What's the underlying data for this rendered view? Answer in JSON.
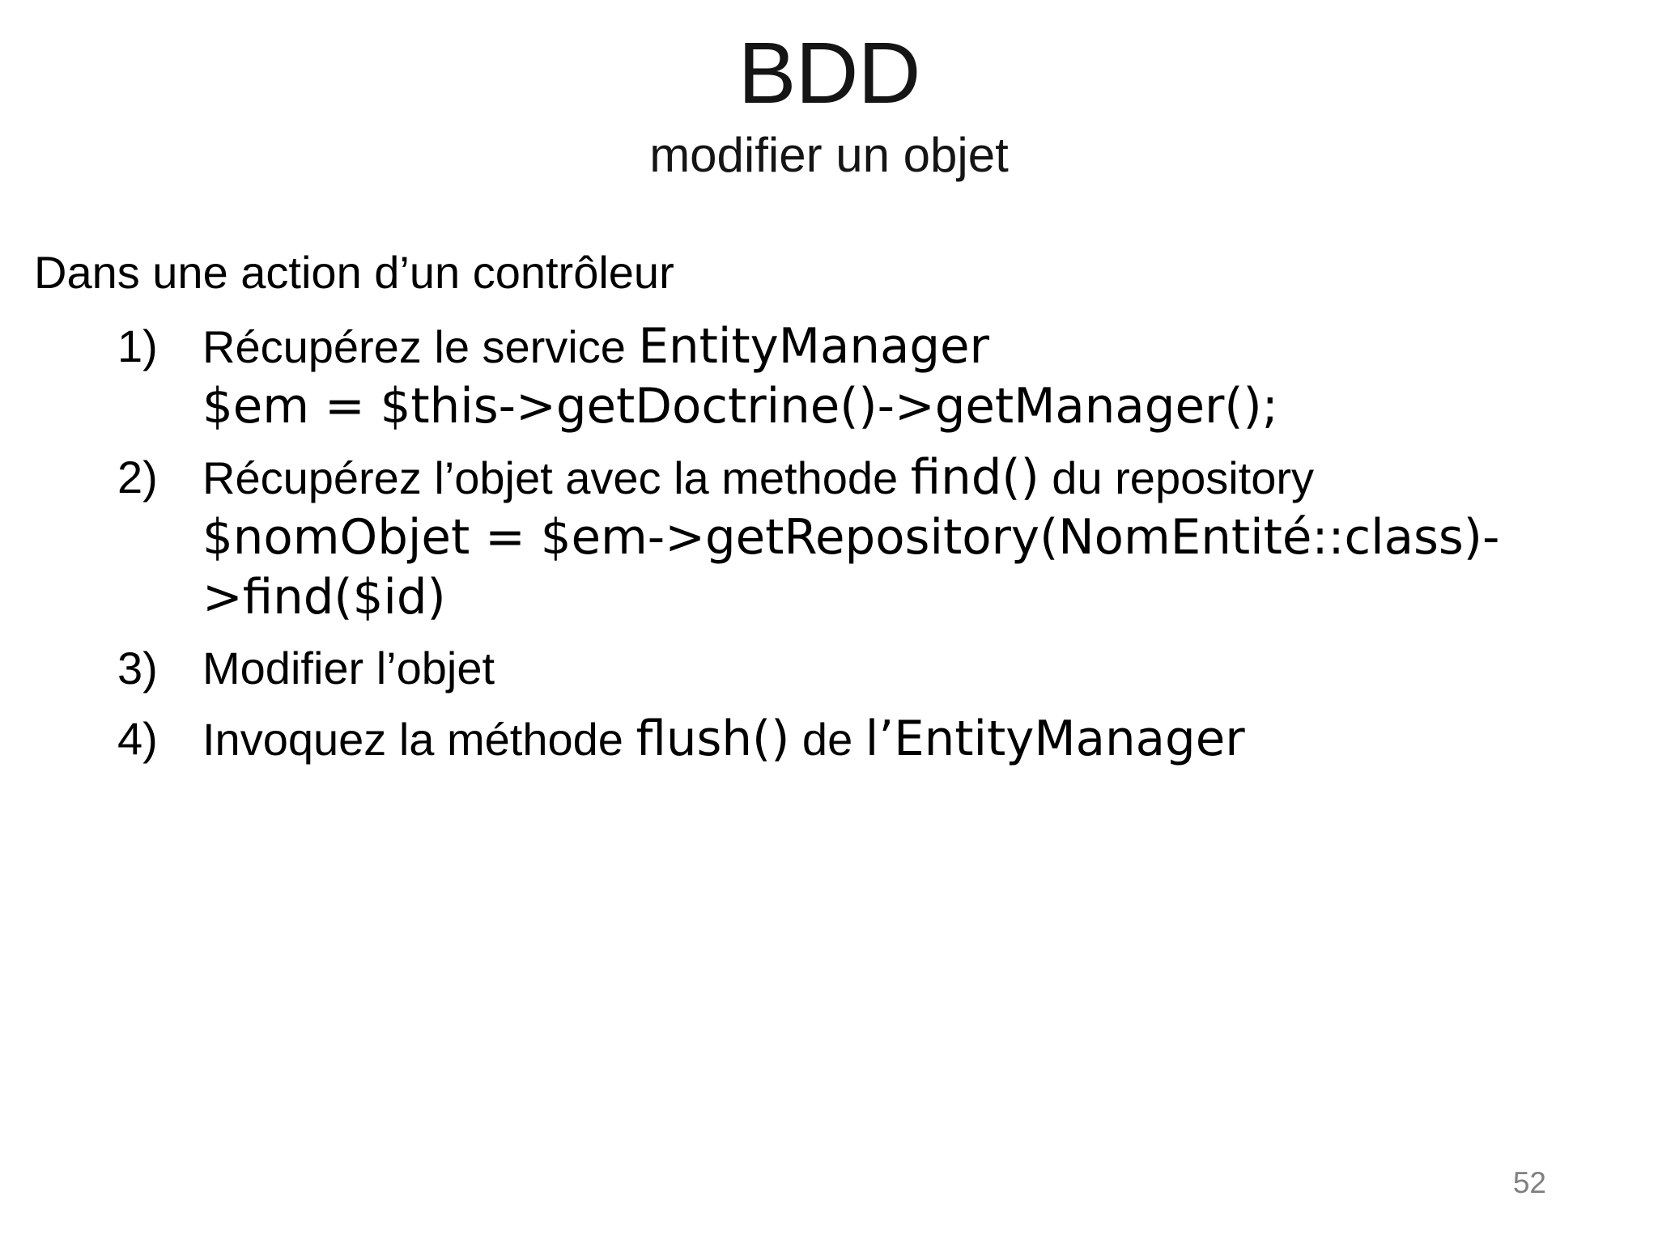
{
  "slide": {
    "title": "BDD",
    "subtitle": "modifier un objet"
  },
  "content": {
    "intro": "Dans une action d’un contrôleur",
    "steps": [
      {
        "number": "1)",
        "lines": [
          [
            {
              "text": "Récupérez le service ",
              "code": false
            },
            {
              "text": "EntityManager",
              "code": true
            }
          ],
          [
            {
              "text": "$em = $this->getDoctrine()->getManager();",
              "code": true
            }
          ]
        ]
      },
      {
        "number": "2)",
        "lines": [
          [
            {
              "text": "Récupérez l’objet avec la methode ",
              "code": false
            },
            {
              "text": "find()",
              "code": true
            },
            {
              "text": " du repository",
              "code": false
            }
          ],
          [
            {
              "text": "$nomObjet = $em->getRepository(NomEntité::class)-",
              "code": true
            }
          ],
          [
            {
              "text": ">find($id)",
              "code": true
            }
          ]
        ]
      },
      {
        "number": "3)",
        "lines": [
          [
            {
              "text": "Modifier l’objet",
              "code": false
            }
          ]
        ]
      },
      {
        "number": "4)",
        "lines": [
          [
            {
              "text": "Invoquez la méthode ",
              "code": false
            },
            {
              "text": "flush()",
              "code": true
            },
            {
              "text": " de ",
              "code": false
            },
            {
              "text": "l’EntityManager",
              "code": true
            }
          ]
        ]
      }
    ]
  },
  "footer": {
    "page_number": "52"
  }
}
